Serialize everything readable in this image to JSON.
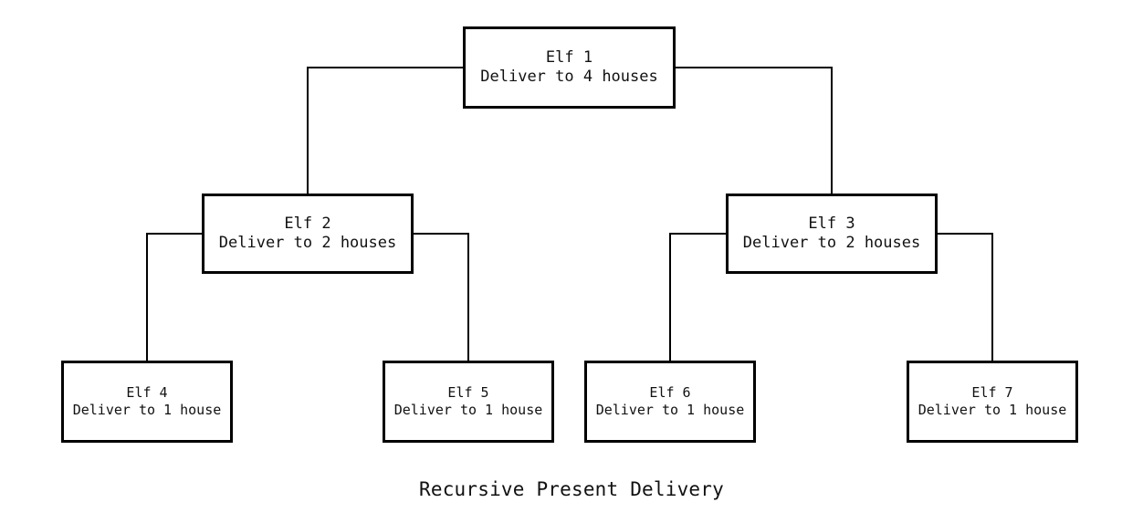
{
  "diagram": {
    "caption": "Recursive Present Delivery",
    "nodes": [
      {
        "id": "elf1",
        "name": "Elf 1",
        "task": "Deliver to 4 houses",
        "parent": null
      },
      {
        "id": "elf2",
        "name": "Elf 2",
        "task": "Deliver to 2 houses",
        "parent": "elf1"
      },
      {
        "id": "elf3",
        "name": "Elf 3",
        "task": "Deliver to 2 houses",
        "parent": "elf1"
      },
      {
        "id": "elf4",
        "name": "Elf 4",
        "task": "Deliver to 1 house",
        "parent": "elf2"
      },
      {
        "id": "elf5",
        "name": "Elf 5",
        "task": "Deliver to 1 house",
        "parent": "elf2"
      },
      {
        "id": "elf6",
        "name": "Elf 6",
        "task": "Deliver to 1 house",
        "parent": "elf3"
      },
      {
        "id": "elf7",
        "name": "Elf 7",
        "task": "Deliver to 1 house",
        "parent": "elf3"
      }
    ]
  }
}
